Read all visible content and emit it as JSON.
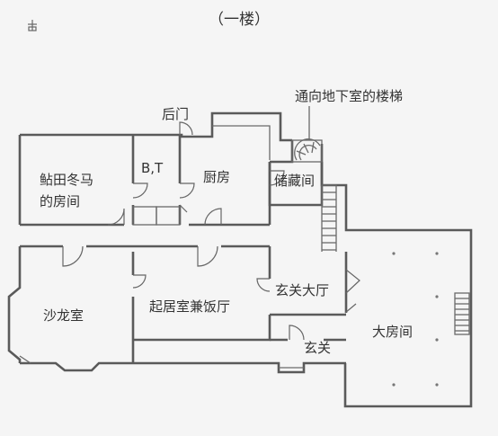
{
  "floor_title": "（一楼）",
  "rooms": {
    "settaminoma": "鲇田冬马\n的房间",
    "bt": "B,T",
    "kitchen": "厨房",
    "storage": "储藏间",
    "salon": "沙龙室",
    "living": "起居室兼饭厅",
    "entrance_hall": "玄关大厅",
    "entrance": "玄关",
    "big_room": "大房间"
  },
  "annotations": {
    "back_door": "后门",
    "basement_stairs": "通向地下室的楼梯"
  },
  "icons": {
    "top_left": "plug-icon"
  }
}
